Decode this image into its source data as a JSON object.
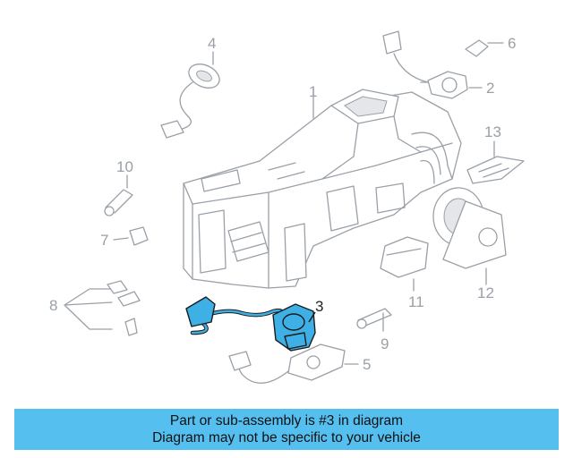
{
  "callouts": {
    "c1": "1",
    "c2": "2",
    "c3": "3",
    "c4": "4",
    "c5": "5",
    "c6": "6",
    "c7": "7",
    "c8": "8",
    "c9": "9",
    "c10": "10",
    "c11": "11",
    "c12": "12",
    "c13": "13"
  },
  "banner": {
    "line1": "Part or sub-assembly is #3 in diagram",
    "line2": "Diagram may not be specific to your vehicle"
  },
  "colors": {
    "highlight": "#3fb0e6",
    "banner": "#55c0f0",
    "linework": "#9aa0a8"
  }
}
